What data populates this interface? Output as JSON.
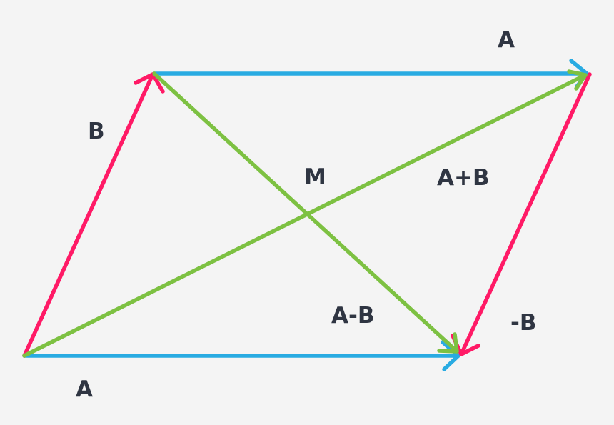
{
  "diagram": {
    "labels": {
      "top_a": "A",
      "bottom_a": "A",
      "b": "B",
      "neg_b": "-B",
      "sum": "A+B",
      "diff": "A-B",
      "midpoint": "M"
    },
    "colors": {
      "vector_a": "#29abe2",
      "vector_b": "#ff1a66",
      "diagonals": "#7dc142",
      "text": "#2f3542",
      "background": "#f4f4f4"
    }
  }
}
